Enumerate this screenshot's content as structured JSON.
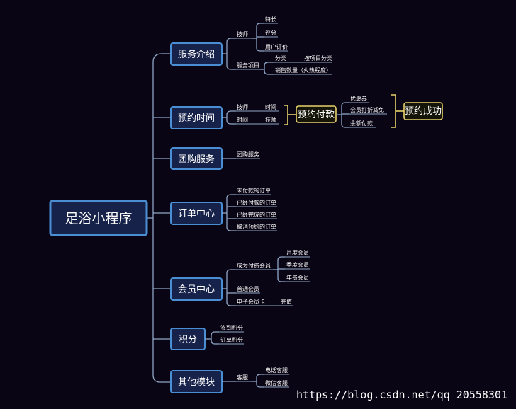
{
  "root": "足浴小程序",
  "branches": {
    "service": "服务介绍",
    "booking": "预约时间",
    "group": "团购服务",
    "orders": "订单中心",
    "member": "会员中心",
    "points": "积分",
    "other": "其他模块"
  },
  "service_children": {
    "tech": "技师",
    "tech_specialty": "特长",
    "tech_rating": "评分",
    "tech_reviews": "用户评价",
    "items": "服务项目",
    "items_category": "分类",
    "items_category_sub": "按项目分类",
    "items_sales": "销售数量（火热程度）"
  },
  "booking_children": {
    "row1_a": "技师",
    "row1_b": "时间",
    "row2_a": "时间",
    "row2_b": "技师",
    "pay": "预约付款",
    "pay_opt1": "优惠券",
    "pay_opt2": "会员打折减免",
    "pay_opt3": "余额付款",
    "success": "预约成功"
  },
  "group_children": {
    "g1": "团购服务"
  },
  "order_children": {
    "o1": "未付款的订单",
    "o2": "已经付款的订单",
    "o3": "已经完成的订单",
    "o4": "取消预约的订单"
  },
  "member_children": {
    "paid": "成为付费会员",
    "monthly": "月度会员",
    "quarterly": "季度会员",
    "yearly": "年费会员",
    "normal": "普通会员",
    "ecard": "电子会员卡",
    "recharge": "充值"
  },
  "points_children": {
    "p1": "签到积分",
    "p2": "订单积分"
  },
  "other_children": {
    "support": "客服",
    "phone": "电话客服",
    "wechat": "微信客服"
  },
  "watermark": "https://blog.csdn.net/qq_20558301"
}
